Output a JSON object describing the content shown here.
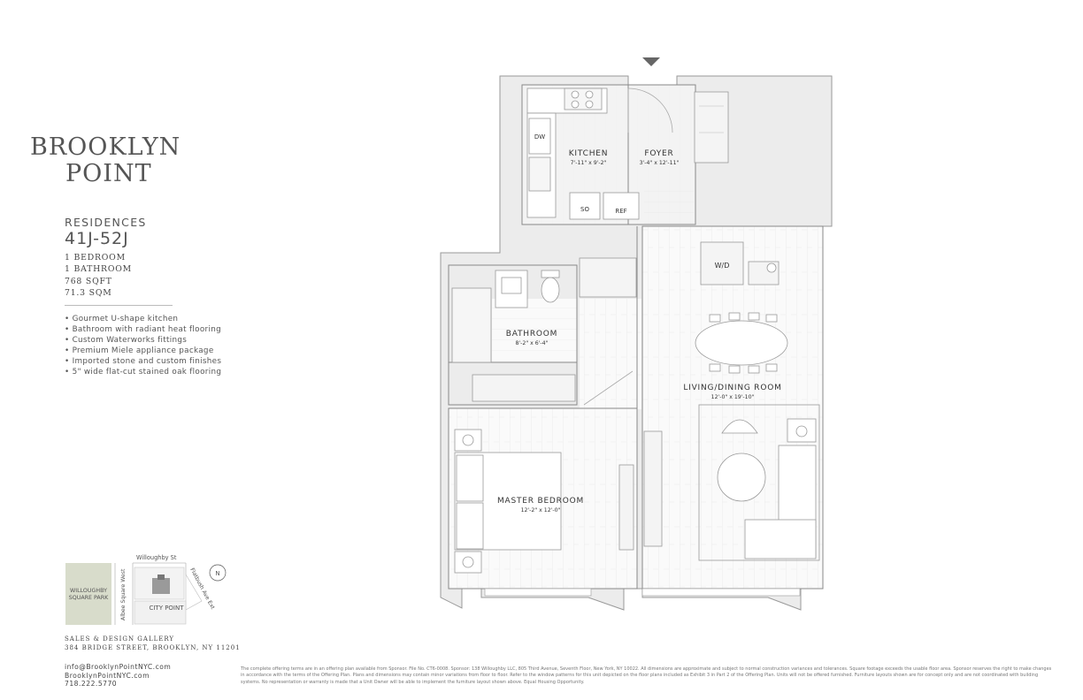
{
  "brand": {
    "line1": "BROOKLYN",
    "line2": "POINT"
  },
  "residences": {
    "heading": "RESIDENCES",
    "units": "41J-52J"
  },
  "stats": [
    "1 BEDROOM",
    "1 BATHROOM",
    "768 SQFT",
    "71.3 SQM"
  ],
  "features": [
    "Gourmet U-shape kitchen",
    "Bathroom with radiant heat flooring",
    "Custom Waterworks fittings",
    "Premium Miele appliance package",
    "Imported stone and custom finishes",
    "5\" wide flat-cut stained oak flooring"
  ],
  "map": {
    "street_top": "Willoughby St",
    "street_left": "Albee Square West",
    "street_right": "Flatbush Ave Ext",
    "park_line1": "WILLOUGHBY",
    "park_line2": "SQUARE PARK",
    "city_point": "CITY POINT",
    "compass": "N"
  },
  "sales": {
    "line1": "SALES & DESIGN GALLERY",
    "line2": "384 BRIDGE STREET, BROOKLYN, NY 11201"
  },
  "contact": {
    "email": "info@BrooklynPointNYC.com",
    "website": "BrooklynPointNYC.com",
    "phone": "718.222.5770"
  },
  "rooms": {
    "kitchen": {
      "name": "KITCHEN",
      "dims": "7'-11\" x 9'-2\""
    },
    "foyer": {
      "name": "FOYER",
      "dims": "3'-4\" x 12'-11\""
    },
    "bathroom": {
      "name": "BATHROOM",
      "dims": "8'-2\" x 6'-4\""
    },
    "living": {
      "name": "LIVING/DINING ROOM",
      "dims": "12'-0\" x 19'-10\""
    },
    "bedroom": {
      "name": "MASTER BEDROOM",
      "dims": "12'-2\" x 12'-0\""
    }
  },
  "appliances": {
    "dw": "DW",
    "so": "SO",
    "ref": "REF",
    "wd": "W/D"
  },
  "disclaimer": "The complete offering terms are in an offering plan available from Sponsor. File No. CT6-0008. Sponsor: 138 Willoughby LLC, 805 Third Avenue, Seventh Floor, New York, NY 10022. All dimensions are approximate and subject to normal construction variances and tolerances. Square footage exceeds the usable floor area. Sponsor reserves the right to make changes in accordance with the terms of the Offering Plan. Plans and dimensions may contain minor variations from floor to floor. Refer to the window patterns for this unit depicted on the floor plans included as Exhibit 3 in Part 2 of the Offering Plan. Units will not be offered furnished. Furniture layouts shown are for concept only and are not coordinated with building systems. No representation or warranty is made that a Unit Owner will be able to implement the furniture layout shown above. Equal Housing Opportunity."
}
